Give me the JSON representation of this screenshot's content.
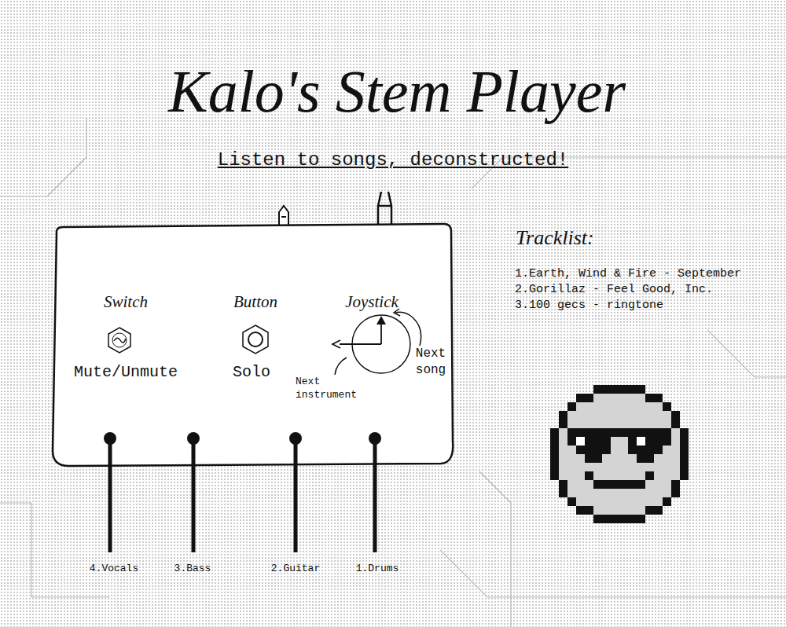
{
  "diagram": {
    "title": "Kalo's Stem Player",
    "nodes": [
      {
        "text": [
          "Switch",
          "Mute/Unmute",
          "Button",
          "Solo",
          "Joystick",
          "Next instrument",
          "Next song"
        ]
      }
    ],
    "labels": [
      "Listen to songs, deconstructed!",
      "Tracklist:",
      "1.Earth, Wind & Fire - September",
      "2.Gorillaz - Feel Good, Inc.",
      "3.100 gecs - ringtone",
      "4.Vocals",
      "3.Bass",
      "2.Guitar",
      "1.Drums"
    ]
  }
}
